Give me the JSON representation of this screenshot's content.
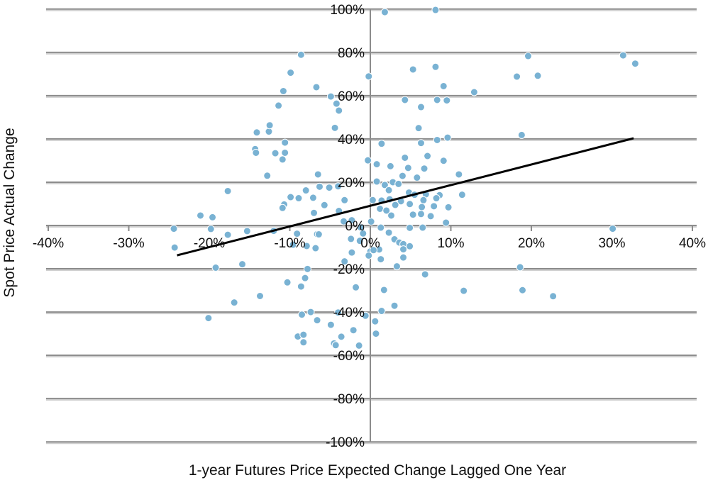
{
  "chart_data": {
    "type": "scatter",
    "xlabel": "1-year Futures Price Expected Change Lagged One Year",
    "ylabel": "Spot Price Actual Change",
    "xlim": [
      -40,
      40
    ],
    "ylim": [
      -100,
      100
    ],
    "x_ticks": [
      -40,
      -30,
      -20,
      -10,
      0,
      10,
      20,
      30,
      40
    ],
    "x_tick_labels": [
      "-40%",
      "-30%",
      "-20%",
      "-10%",
      "0%",
      "10%",
      "20%",
      "30%",
      "40%"
    ],
    "y_ticks": [
      -100,
      -80,
      -60,
      -40,
      -20,
      0,
      20,
      40,
      60,
      80,
      100
    ],
    "y_tick_labels": [
      "-100%",
      "-80%",
      "-60%",
      "-40%",
      "-20%",
      "0%",
      "20%",
      "40%",
      "60%",
      "80%",
      "100%"
    ],
    "grid": "horizontal",
    "colors": {
      "points": "#79b2d3",
      "trendline": "#000000",
      "grid": "#8c8c8c"
    },
    "trendline": {
      "x": [
        -24,
        32.7
      ],
      "y": [
        -13.8,
        40.3
      ]
    },
    "points": [
      {
        "x": 1.8,
        "y": 98.6
      },
      {
        "x": 8.1,
        "y": 99.6
      },
      {
        "x": -8.6,
        "y": 78.9
      },
      {
        "x": 19.6,
        "y": 78.3
      },
      {
        "x": 31.4,
        "y": 78.6
      },
      {
        "x": 32.9,
        "y": 74.8
      },
      {
        "x": -9.9,
        "y": 70.6
      },
      {
        "x": 5.3,
        "y": 72.1
      },
      {
        "x": 8.1,
        "y": 73.3
      },
      {
        "x": 18.2,
        "y": 68.8
      },
      {
        "x": 20.8,
        "y": 69.2
      },
      {
        "x": -0.2,
        "y": 68.9
      },
      {
        "x": -10.8,
        "y": 62.1
      },
      {
        "x": -6.7,
        "y": 63.9
      },
      {
        "x": 9.1,
        "y": 64.4
      },
      {
        "x": 12.9,
        "y": 61.6
      },
      {
        "x": -4.9,
        "y": 59.6
      },
      {
        "x": -4.2,
        "y": 56.3
      },
      {
        "x": -3.9,
        "y": 53.1
      },
      {
        "x": -11.4,
        "y": 55.4
      },
      {
        "x": 4.3,
        "y": 58.0
      },
      {
        "x": 8.3,
        "y": 58.0
      },
      {
        "x": 9.5,
        "y": 57.8
      },
      {
        "x": 6.3,
        "y": 54.7
      },
      {
        "x": -4.4,
        "y": 45.1
      },
      {
        "x": 6.0,
        "y": 45.0
      },
      {
        "x": -14.1,
        "y": 43.0
      },
      {
        "x": -12.6,
        "y": 43.4
      },
      {
        "x": -12.5,
        "y": 46.3
      },
      {
        "x": 18.8,
        "y": 41.8
      },
      {
        "x": -10.6,
        "y": 38.3
      },
      {
        "x": 9.6,
        "y": 40.6
      },
      {
        "x": 8.3,
        "y": 39.5
      },
      {
        "x": 1.4,
        "y": 37.8
      },
      {
        "x": 6.3,
        "y": 38.1
      },
      {
        "x": -14.3,
        "y": 35.3
      },
      {
        "x": -14.2,
        "y": 33.6
      },
      {
        "x": -11.8,
        "y": 33.4
      },
      {
        "x": -10.6,
        "y": 33.6
      },
      {
        "x": -10.9,
        "y": 30.5
      },
      {
        "x": 4.3,
        "y": 31.3
      },
      {
        "x": 7.1,
        "y": 32.1
      },
      {
        "x": -0.3,
        "y": 30.1
      },
      {
        "x": 9.1,
        "y": 29.9
      },
      {
        "x": 0.8,
        "y": 28.3
      },
      {
        "x": 2.5,
        "y": 27.4
      },
      {
        "x": 4.7,
        "y": 26.6
      },
      {
        "x": 6.7,
        "y": 26.3
      },
      {
        "x": -12.8,
        "y": 23.0
      },
      {
        "x": -6.5,
        "y": 23.6
      },
      {
        "x": 4.0,
        "y": 22.9
      },
      {
        "x": 5.8,
        "y": 22.1
      },
      {
        "x": 11.0,
        "y": 23.6
      },
      {
        "x": 0.8,
        "y": 20.3
      },
      {
        "x": 2.8,
        "y": 20.0
      },
      {
        "x": 3.5,
        "y": 19.2
      },
      {
        "x": 1.8,
        "y": 18.7
      },
      {
        "x": -17.7,
        "y": 15.9
      },
      {
        "x": -6.3,
        "y": 17.9
      },
      {
        "x": -5.1,
        "y": 17.5
      },
      {
        "x": -4.0,
        "y": 18.1
      },
      {
        "x": -8.0,
        "y": 16.2
      },
      {
        "x": 2.3,
        "y": 16.3
      },
      {
        "x": 4.8,
        "y": 15.2
      },
      {
        "x": 5.5,
        "y": 14.2
      },
      {
        "x": 6.9,
        "y": 14.4
      },
      {
        "x": 8.6,
        "y": 14.0
      },
      {
        "x": 11.4,
        "y": 14.2
      },
      {
        "x": -9.9,
        "y": 13.1
      },
      {
        "x": -8.9,
        "y": 12.6
      },
      {
        "x": -7.1,
        "y": 12.8
      },
      {
        "x": -3.2,
        "y": 11.7
      },
      {
        "x": 0.3,
        "y": 11.7
      },
      {
        "x": 1.4,
        "y": 11.5
      },
      {
        "x": 2.4,
        "y": 12.1
      },
      {
        "x": 3.8,
        "y": 11.2
      },
      {
        "x": 6.6,
        "y": 11.7
      },
      {
        "x": 8.2,
        "y": 12.6
      },
      {
        "x": -10.7,
        "y": 9.7
      },
      {
        "x": -10.9,
        "y": 8.1
      },
      {
        "x": -5.7,
        "y": 9.4
      },
      {
        "x": 3.1,
        "y": 9.5
      },
      {
        "x": 4.9,
        "y": 9.9
      },
      {
        "x": 6.4,
        "y": 8.5
      },
      {
        "x": 7.9,
        "y": 8.9
      },
      {
        "x": 9.7,
        "y": 8.4
      },
      {
        "x": 1.2,
        "y": 7.7
      },
      {
        "x": 2.0,
        "y": 6.9
      },
      {
        "x": -3.9,
        "y": 6.7
      },
      {
        "x": -21.1,
        "y": 4.6
      },
      {
        "x": -19.6,
        "y": 3.8
      },
      {
        "x": -7.0,
        "y": 5.8
      },
      {
        "x": 2.6,
        "y": 4.6
      },
      {
        "x": 5.3,
        "y": 5.0
      },
      {
        "x": 6.3,
        "y": 5.3
      },
      {
        "x": 7.5,
        "y": 4.3
      },
      {
        "x": -2.3,
        "y": 2.4
      },
      {
        "x": -3.3,
        "y": 1.9
      },
      {
        "x": 0.1,
        "y": 1.8
      },
      {
        "x": 9.4,
        "y": 1.3
      },
      {
        "x": -1.2,
        "y": -0.9
      },
      {
        "x": -24.4,
        "y": -1.5
      },
      {
        "x": -19.8,
        "y": -1.6
      },
      {
        "x": -15.3,
        "y": -2.6
      },
      {
        "x": -12.0,
        "y": -2.5
      },
      {
        "x": -17.7,
        "y": -4.3
      },
      {
        "x": 1.3,
        "y": -1.0
      },
      {
        "x": 4.9,
        "y": -1.1
      },
      {
        "x": 6.5,
        "y": -1.0
      },
      {
        "x": -0.9,
        "y": -3.7
      },
      {
        "x": 2.3,
        "y": -3.3
      },
      {
        "x": 30.1,
        "y": -1.5
      },
      {
        "x": -9.1,
        "y": -3.8
      },
      {
        "x": -6.6,
        "y": -4.0
      },
      {
        "x": -6.4,
        "y": -4.1
      },
      {
        "x": -2.4,
        "y": -6.2
      },
      {
        "x": -1.3,
        "y": -7.1
      },
      {
        "x": 3.0,
        "y": -6.4
      },
      {
        "x": 3.6,
        "y": -7.9
      },
      {
        "x": -24.3,
        "y": -10.2
      },
      {
        "x": -9.6,
        "y": -8.9
      },
      {
        "x": -7.9,
        "y": -9.5
      },
      {
        "x": -6.8,
        "y": -10.5
      },
      {
        "x": 4.1,
        "y": -8.6
      },
      {
        "x": 4.9,
        "y": -9.6
      },
      {
        "x": 4.1,
        "y": -11.0
      },
      {
        "x": 1.1,
        "y": -11.1
      },
      {
        "x": 0.0,
        "y": -12.0
      },
      {
        "x": 0.4,
        "y": -11.4
      },
      {
        "x": -2.3,
        "y": -12.5
      },
      {
        "x": -0.2,
        "y": -13.9
      },
      {
        "x": 4.1,
        "y": -14.8
      },
      {
        "x": 1.3,
        "y": -15.6
      },
      {
        "x": -3.2,
        "y": -16.6
      },
      {
        "x": -15.9,
        "y": -17.9
      },
      {
        "x": -19.2,
        "y": -19.5
      },
      {
        "x": -7.8,
        "y": -20.1
      },
      {
        "x": 3.3,
        "y": -18.9
      },
      {
        "x": 18.6,
        "y": -19.3
      },
      {
        "x": 6.8,
        "y": -22.6
      },
      {
        "x": -8.1,
        "y": -24.3
      },
      {
        "x": -10.3,
        "y": -26.3
      },
      {
        "x": -8.6,
        "y": -28.2
      },
      {
        "x": -1.8,
        "y": -28.6
      },
      {
        "x": 1.7,
        "y": -29.8
      },
      {
        "x": 11.6,
        "y": -30.2
      },
      {
        "x": 18.9,
        "y": -29.9
      },
      {
        "x": 22.7,
        "y": -32.7
      },
      {
        "x": -13.7,
        "y": -32.6
      },
      {
        "x": -16.9,
        "y": -35.6
      },
      {
        "x": 3.0,
        "y": -37.1
      },
      {
        "x": -7.4,
        "y": -40.0
      },
      {
        "x": -8.5,
        "y": -41.2
      },
      {
        "x": -4.0,
        "y": -40.2
      },
      {
        "x": -0.6,
        "y": -41.7
      },
      {
        "x": 1.4,
        "y": -39.5
      },
      {
        "x": -20.1,
        "y": -42.8
      },
      {
        "x": -6.6,
        "y": -43.8
      },
      {
        "x": 0.6,
        "y": -44.3
      },
      {
        "x": -4.9,
        "y": -45.9
      },
      {
        "x": -2.1,
        "y": -48.4
      },
      {
        "x": 0.7,
        "y": -50.0
      },
      {
        "x": -9.0,
        "y": -51.3
      },
      {
        "x": -8.3,
        "y": -50.5
      },
      {
        "x": -3.6,
        "y": -51.4
      },
      {
        "x": -4.5,
        "y": -54.5
      },
      {
        "x": -8.3,
        "y": -54.0
      },
      {
        "x": -4.3,
        "y": -55.3
      },
      {
        "x": -1.4,
        "y": -55.5
      }
    ]
  }
}
